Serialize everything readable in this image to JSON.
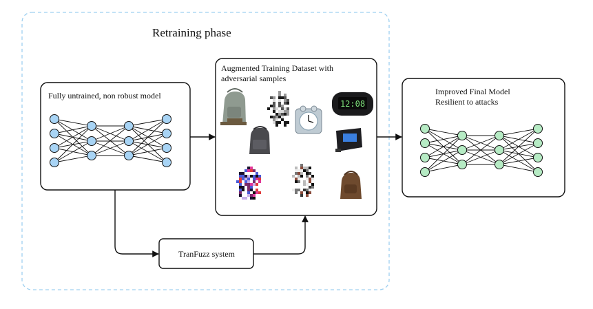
{
  "phase": {
    "title": "Retraining phase"
  },
  "untrained_model": {
    "label": "Fully untrained, non robust model"
  },
  "dataset": {
    "label_line1": "Augmented Training Dataset with",
    "label_line2": "adversarial samples",
    "samples": [
      "backpack-grey",
      "backpack-dark",
      "noise-sample",
      "analog-alarm-clock",
      "digital-clock",
      "digital-clock-blue",
      "adversarial-sample-1",
      "adversarial-sample-2",
      "backpack-brown"
    ],
    "clock_text": "12:08"
  },
  "final_model": {
    "label_line1": "Improved Final Model",
    "label_line2": "Resilient to attacks"
  },
  "tranfuzz": {
    "label": "TranFuzz system"
  },
  "colors": {
    "neuron_blue": "#a8d4f5",
    "neuron_green": "#b6ebc4",
    "dashed_border": "#9fd0f0"
  }
}
